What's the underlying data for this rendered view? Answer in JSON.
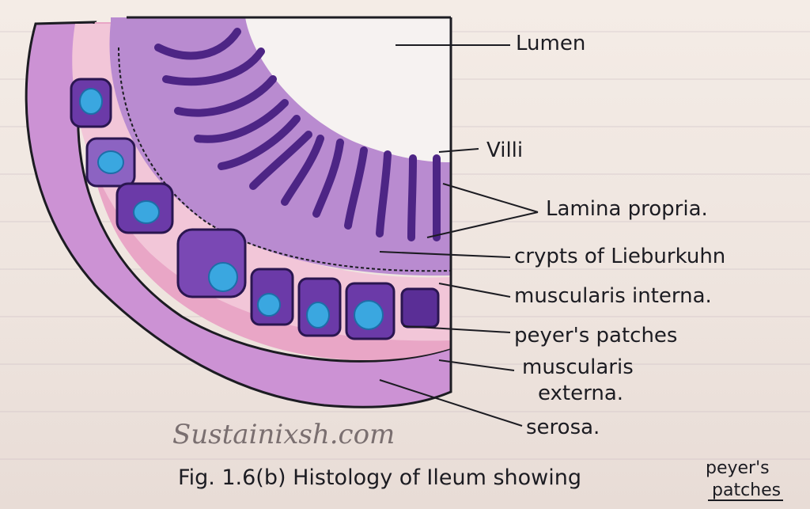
{
  "labels": {
    "lumen": "Lumen",
    "villi": "Villi",
    "lamina_propria": "Lamina propria.",
    "crypts": "crypts of Lieburkuhn",
    "muscularis_interna": "muscularis interna.",
    "peyers_patches": "peyer's patches",
    "muscularis_externa_1": "muscularis",
    "muscularis_externa_2": "externa.",
    "serosa": "serosa."
  },
  "watermark": "Sustainixsh.com",
  "caption": {
    "main": "Fig. 1.6(b) Histology of Ileum showing",
    "small_1": "peyer's",
    "small_2": "patches"
  },
  "colors": {
    "ink": "#1c1c22",
    "serosa_fill": "#c98fd2",
    "muscle_pink": "#e8a7c8",
    "villi_purple": "#6b3aa8",
    "patch_blue": "#3aa7e0"
  }
}
